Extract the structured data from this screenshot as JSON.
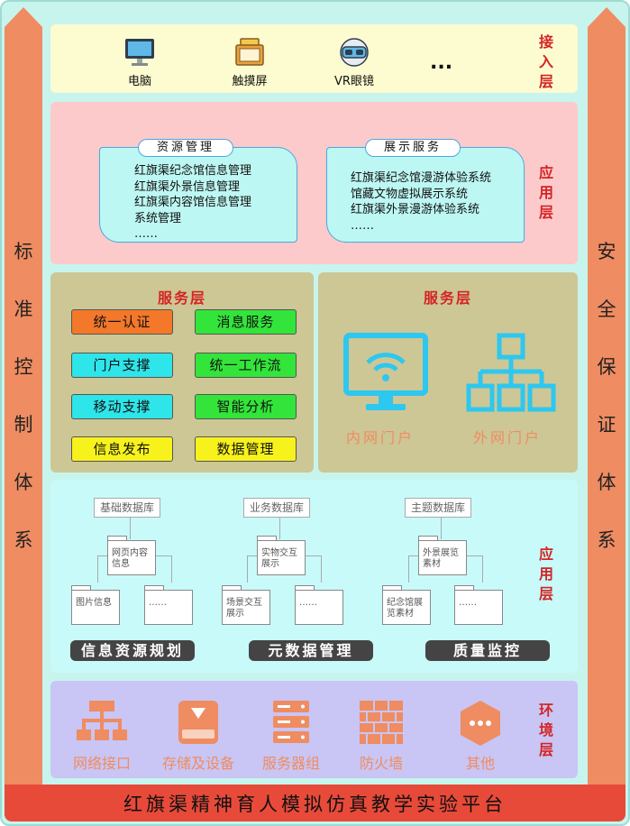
{
  "side_left": [
    "标",
    "准",
    "控",
    "制",
    "体",
    "系"
  ],
  "side_right": [
    "安",
    "全",
    "保",
    "证",
    "体",
    "系"
  ],
  "access": {
    "label": [
      "接",
      "入",
      "层"
    ],
    "devices": [
      "电脑",
      "触摸屏",
      "VR眼镜"
    ],
    "more": "..."
  },
  "app1": {
    "label": [
      "应",
      "用",
      "层"
    ],
    "resource": {
      "title": "资源管理",
      "items": [
        "红旗渠纪念馆信息管理",
        "红旗渠外景信息管理",
        "红旗渠内容馆信息管理",
        "系统管理",
        "……"
      ]
    },
    "display": {
      "title": "展示服务",
      "items": [
        "红旗渠纪念馆漫游体验系统",
        "馆藏文物虚拟展示系统",
        "红旗渠外景漫游体验系统",
        "……"
      ]
    }
  },
  "service": {
    "title_left": "服务层",
    "title_right": "服务层",
    "buttons": [
      {
        "label": "统一认证",
        "color": "#f4782a"
      },
      {
        "label": "消息服务",
        "color": "#33e53a"
      },
      {
        "label": "门户支撑",
        "color": "#2ee5ea"
      },
      {
        "label": "统一工作流",
        "color": "#33e53a"
      },
      {
        "label": "移动支撑",
        "color": "#2ee5ea"
      },
      {
        "label": "智能分析",
        "color": "#33e53a"
      },
      {
        "label": "信息发布",
        "color": "#f7f21c"
      },
      {
        "label": "数据管理",
        "color": "#f7f21c"
      }
    ],
    "portals": [
      "内网门户",
      "外网门户"
    ]
  },
  "app2": {
    "label": [
      "应",
      "用",
      "层"
    ],
    "databases": [
      "基础数据库",
      "业务数据库",
      "主题数据库"
    ],
    "folders": [
      [
        "网页内容",
        "信息"
      ],
      [
        "图片信息"
      ],
      [
        "……"
      ],
      [
        "实物交互",
        "展示"
      ],
      [
        "场景交互",
        "展示"
      ],
      [
        "……"
      ],
      [
        "外景展览",
        "素材"
      ],
      [
        "纪念馆展",
        "览素材"
      ],
      [
        "……"
      ]
    ],
    "mgmt": [
      "信息资源规划",
      "元数据管理",
      "质量监控"
    ]
  },
  "env": {
    "label": [
      "环",
      "境",
      "层"
    ],
    "items": [
      "网络接口",
      "存储及设备",
      "服务器组",
      "防火墙",
      "其他"
    ]
  },
  "platform_title": "红旗渠精神育人模拟仿真教学实验平台",
  "colors": {
    "accent_red": "#d42424",
    "side_orange": "#ef8c62",
    "bottom_red": "#e84a3a"
  }
}
